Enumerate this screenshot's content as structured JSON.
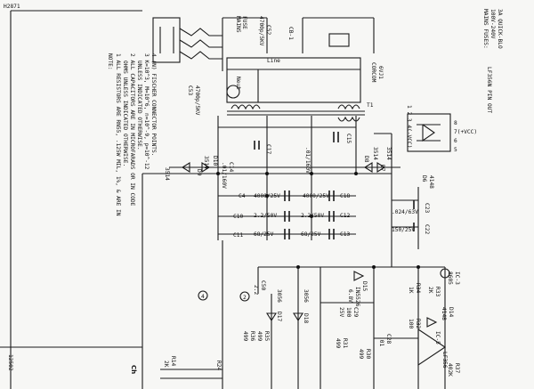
{
  "page_ref": "H2871",
  "mains_fuses": {
    "title": "MAINS FUSES:",
    "line1": "100V-240V",
    "line2": "3A QUICK-BLO"
  },
  "ic_pinout": {
    "title": "LF356N PIN OUT",
    "pins_top": "1 2 3 4(-VCC)",
    "pin8": "8",
    "pin7": "7(+VCC)",
    "pin6": "6",
    "pin5": "5"
  },
  "notes": {
    "heading": "NOTE:",
    "n1a": "1  ALL RESISTORS ARE RN55, .125W MIL, 1%, & ARE IN",
    "n1b": "OHMS UNLESS INDICATED OTHERWISE.",
    "n2a": "2  ALL CAPACITORS ARE IN MICROFARADS OR IN CODE",
    "n2b": "UNLESS INDICATED OTHERWISE.",
    "n3": "3  K=10^3, M=10^6, n=10^-9, p=10^-12",
    "n4": "4  (N) FISCHER CONNECTOR POINTS."
  },
  "labels": {
    "mains_block": "MAINS",
    "fuse": "FUSE",
    "c52": "C52",
    "c52_val": "4700p/5KV",
    "c53": "C53",
    "c53_val": "4700p/5KV",
    "corcom": "CORCOM",
    "corcom_part": "6VJ1",
    "cb1": "CB-1",
    "t1": "T1",
    "neut": "Neut",
    "line": "Line",
    "c17": "C17",
    "c15": "C15",
    "c14": "C14",
    "c14_val": ".01/160V",
    "c16_val": ".01/160V",
    "d10": "D10",
    "d9": "D9",
    "d8": "D8",
    "d7": "D7",
    "diode_3514a": "3514",
    "diode_3514b": "3514",
    "diode_3514c": "3514",
    "diode_3514d": "3514",
    "c4": "C4",
    "c4_val": "4000/25V",
    "c18": "C18",
    "c18_val": "4000/25V",
    "c10": "C10",
    "c10_val": "2.2/50V",
    "c12": "C12",
    "c12_val": "2.2/50V",
    "c11": "C11",
    "c11_val": "68/25V",
    "c13": "C13",
    "c13_val": "68/25V",
    "d6": "D6",
    "d6_val": "4148",
    "c23": "C23",
    "c23_val": ".024/63V",
    "c22": "C22",
    "c22_val": "150/25V",
    "c50": "C50",
    "c50_val": "2.2",
    "d17": "D17",
    "d17_type": "3056",
    "d18": "D18",
    "d18_type": "3056",
    "r36": "R36",
    "r36_val": "499",
    "r35": "R35",
    "r35_val": "499",
    "d15": "D15",
    "d15_type": "IN5526",
    "d15_val": "6.8V",
    "r33": "R33",
    "r33_val": "2K",
    "r34": "R34",
    "r34_val": "1K",
    "c29": "C29",
    "c29_val": "100",
    "c29_v": "25V",
    "r31": "R31",
    "r31_val": "499",
    "r30": "R30",
    "r30_val": "499",
    "c28": "C28",
    "c28_val": ".01",
    "r32": "R32",
    "r32_val": "100",
    "d14": "D14",
    "d14_type": "4148",
    "ic5": "IC-5",
    "ic5_part": "LF356",
    "ic3": "IC-3",
    "ic3_part": "8605",
    "r37": "R37",
    "r37_val": "402K",
    "r14": "R14",
    "r14_val": "2K",
    "r24": "R24",
    "node2": "2",
    "node4": "4",
    "side_code": "12502",
    "title_fragment": "Ch"
  }
}
